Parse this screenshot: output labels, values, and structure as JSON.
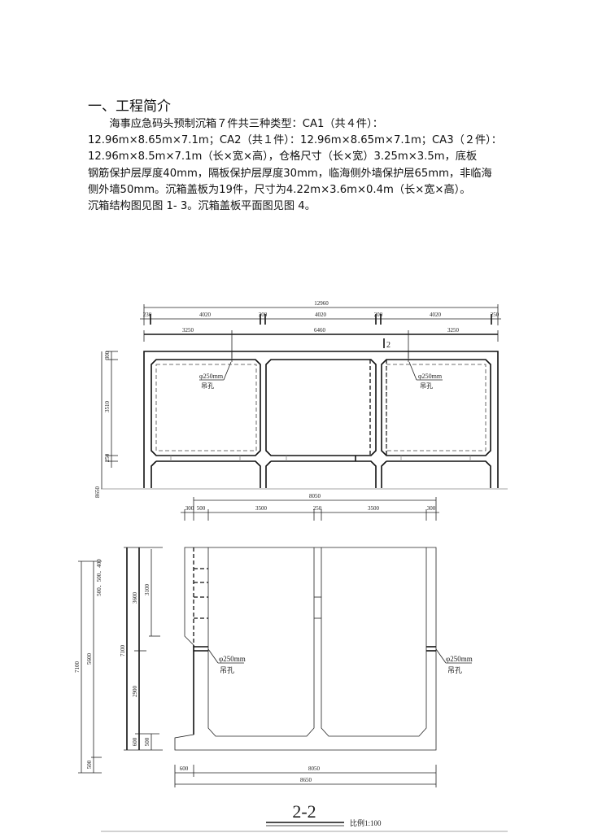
{
  "section": {
    "heading": "一、工程简介",
    "lines": [
      "　　海事应急码头预制沉箱７件共三种类型：CA1（共４件）：",
      "12.96m×8.65m×7.1m；CA2（共１件）：12.96m×8.65m×7.1m；CA3（２件）：",
      "12.96m×8.5m×7.1m（长×宽×高），仓格尺寸（长×宽）3.25m×3.5m，底板",
      "钢筋保护层厚度40mm，隔板保护层厚度30mm，临海侧外墙保护层65mm，非临海",
      "侧外墙50mm。沉箱盖板为19件，尺寸为4.22m×3.6m×0.4m（长×宽×高）。",
      "沉箱结构图见图 1- 3。沉箱盖板平面图见图 4。"
    ]
  },
  "plan_view": {
    "overall": "12960",
    "segments": [
      "230",
      "4020",
      "300",
      "4020",
      "200",
      "4020",
      "250"
    ],
    "lifting_spacing": [
      "3250",
      "6460",
      "3250"
    ],
    "section_mark": "2",
    "hole_label": "φ250mm",
    "hole_note": "吊孔",
    "left_dims": [
      "300",
      "3510",
      "250",
      "8650"
    ]
  },
  "section_view": {
    "top_overall": "8050",
    "top_segments": [
      "300",
      "500",
      "3500",
      "250",
      "3500",
      "300"
    ],
    "left_dims_outer": {
      "total": "7100",
      "upper": "500．500．400",
      "mid": "5600",
      "low": "500"
    },
    "left_dims_inner": {
      "total": "7100",
      "a": "3600",
      "b": "2900",
      "c": "600",
      "d": "3100",
      "e": "500"
    },
    "bottom_dims": {
      "toe": "600",
      "body": "8050",
      "total": "8650"
    },
    "hole_label": "φ250mm",
    "hole_note": "吊孔",
    "title": "2-2",
    "scale": "比例1:100"
  }
}
